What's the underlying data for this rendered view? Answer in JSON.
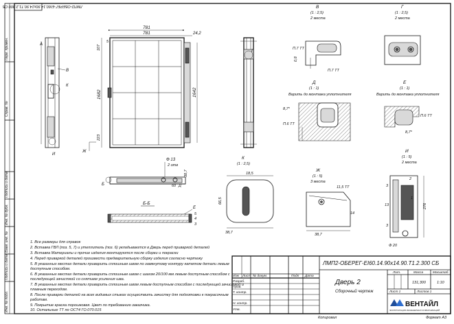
{
  "drawing": {
    "doc_code_rotated": "ЛМП2-ОБЕРЕГ-ЕI60.14.90х14.90.Т1.2.300 СБ",
    "left_strip": [
      "Перв. примен.",
      "Справ. №",
      "Подпись и дата",
      "Инв. № дубл.",
      "Взам. инв. №",
      "Подпись и дата",
      "Инв. № подл."
    ],
    "dims": {
      "width_781": "781",
      "width_24": "24,2",
      "height_1682": "1682",
      "height_1642": "1642",
      "top_5": "5",
      "d_107": "107",
      "d_223": "223",
      "d_60": "60",
      "d_100": "100",
      "phi13": "Ф 13",
      "two_holes": "2 отв",
      "d_387a": "38,7",
      "d_185": "18,5",
      "d_665": "66,5",
      "d_387b": "38,7",
      "d_387c": "38,7",
      "d_115": "11,5 ТТ",
      "d_14": "14",
      "d_276": "276",
      "phi20": "Ф 20",
      "d_3a": "3",
      "d_13": "13",
      "d_3b": "3",
      "v_117": "П.7 ТТ",
      "v_08": "0,8",
      "v_117b": "П.7 ТТ",
      "d_87a": "8,7*",
      "d_16a": "П.6 ТТ",
      "d_16b": "П.6 ТТ",
      "d_87b": "8,7*"
    },
    "views": {
      "v_title": "В",
      "v_scale": "(1 : 2,5)",
      "v_note": "2 места",
      "g_title": "Г",
      "g_scale": "(1 : 2,5)",
      "g_note": "2 места",
      "d_title": "Д",
      "d_scale": "(1 : 1)",
      "d_note": "Варить до монтажа уплотнителя",
      "e_title": "Е",
      "e_scale": "(1 : 1)",
      "e_note": "Варить до монтажа уплотнителя",
      "k_title": "К",
      "k_scale": "(1 : 2,5)",
      "zh_title": "Ж",
      "zh_scale": "(1 : 5)",
      "zh_note": "3 места",
      "i_title": "И",
      "i_scale": "(1 : 5)",
      "i_note": "2 места",
      "bb_title": "Б-Б",
      "leader_a": "А",
      "leader_b": "Б",
      "leader_v": "В",
      "leader_g": "Г",
      "leader_k": "К",
      "leader_i": "И",
      "leader_zh": "Ж",
      "leader_e": "Е",
      "leader_d": "Д",
      "num_1": "1",
      "num_2": "2",
      "num_3": "3",
      "num_4": "4",
      "num_5": "5"
    },
    "notes": [
      "1.  Все размеры для справок",
      "2.  Вставка ГВЛ (поз. 5, 7) и утеплитель (поз. 6) укладываются в Дверь перед приваркой деталей",
      "3.  Вставка Материалы и прочие изделия монтируются после сборки и покраски",
      "4.  Перед приваркой деталей произвести предварительную сборку изделия согласно чертежу",
      "5.  В указанных местах детали приварить сплошным швом по замкнутому контуру катетом детали левым",
      "     доступным способом.",
      "6.  В указанных местах детали приварить сплошным швом с шагом 20/100 мм левым доступным способом с",
      "     последующей зачисткой со снятием усиления шва.",
      "7.  В указанных местах детали приварить сплошным швом левым доступным способом с последующей зачисткой и",
      "     плавным переходом.",
      "8.  После приварки деталей на всех видимых стыках осуществить зачистку для подготовки к покрасочным",
      "     работам.",
      "9.  Покрытие краска порошковая. Цвет по требованию заказчика.",
      "10. Остальные ТТ по ОСТ4 ГО.070.015"
    ],
    "title_block": {
      "designation": "ЛМП2-ОБЕРЕГ-ЕI60.14.90х14.90.Т1.2.300 СБ",
      "name": "Дверь 2",
      "subname": "Сборочный чертеж",
      "col_izm": "Изм",
      "col_list": "Лист",
      "col_doc": "№ докум.",
      "col_sign": "Подп",
      "col_date": "Дата",
      "row_razrab": "Разраб.",
      "row_prov": "Пров.",
      "row_tkontr": "Т. контр.",
      "row_nkontr": "Н. контр.",
      "row_utv": "Утв.",
      "h_lit": "Лит.",
      "h_massa": "Масса",
      "h_masshtab": "Масштаб",
      "massa": "131,300",
      "masshtab": "1:10",
      "list": "Лист 1",
      "listov": "Листов 1",
      "company": "ВЕНТАЙЛ",
      "company_sub": "ЭКСПЛУАТАЦИЯ ИНЖЕНЕРНЫХ КОММУНИКАЦИЙ",
      "kopiroval": "Копировал",
      "format": "Формат А3"
    }
  }
}
